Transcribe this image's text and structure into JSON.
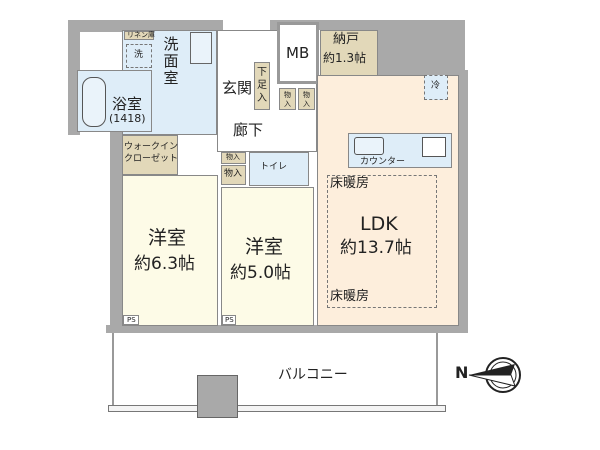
{
  "rooms": {
    "washroom": "洗面室",
    "linen": "リネン庫",
    "washer": "洗",
    "bath": "浴室",
    "bath_size": "(1418)",
    "wic_line1": "ウォークイン",
    "wic_line2": "クローゼット",
    "entrance": "玄関",
    "shoe_storage": "下足入",
    "mb": "MB",
    "storeroom": "納戸",
    "storeroom_size": "約1.3帖",
    "storage": "物入",
    "hallway": "廊下",
    "toilet": "トイレ",
    "fridge": "冷",
    "counter": "カウンター",
    "floor_heating": "床暖房",
    "ldk": "LDK",
    "ldk_size": "約13.7帖",
    "bedroom1": "洋室",
    "bedroom1_size": "約6.3帖",
    "bedroom2": "洋室",
    "bedroom2_size": "約5.0帖",
    "ps": "PS",
    "balcony": "バルコニー"
  },
  "compass": {
    "label": "N",
    "icon": "compass-north-icon"
  },
  "colors": {
    "wall": "#a9a9a9",
    "wet_area": "#deedf8",
    "storage": "#e2d8b9",
    "bedroom": "#fdfbe7",
    "ldk": "#fdeedc"
  }
}
